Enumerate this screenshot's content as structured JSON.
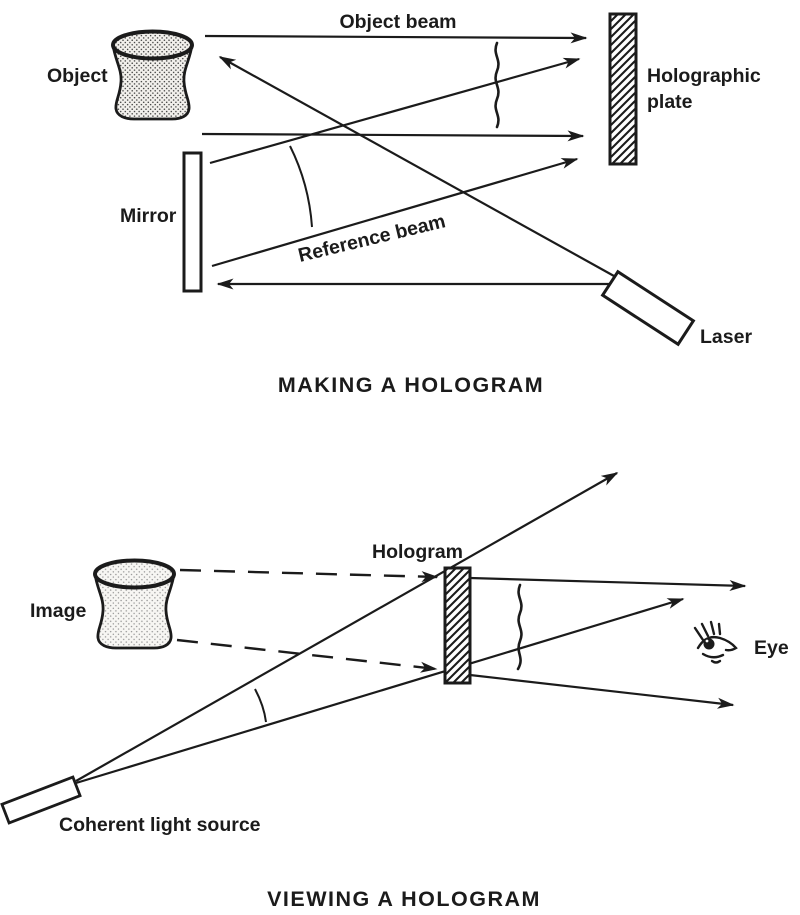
{
  "palette": {
    "ink": "#1b1b1b",
    "paper": "#ffffff"
  },
  "making": {
    "title": "MAKING A HOLOGRAM",
    "object_label": "Object",
    "object_beam_label": "Object beam",
    "holographic_plate_label_line1": "Holographic",
    "holographic_plate_label_line2": "plate",
    "mirror_label": "Mirror",
    "reference_beam_label": "Reference beam",
    "laser_label": "Laser"
  },
  "viewing": {
    "title": "VIEWING A HOLOGRAM",
    "hologram_label": "Hologram",
    "image_label": "Image",
    "eye_label": "Eye",
    "source_label": "Coherent light source"
  }
}
